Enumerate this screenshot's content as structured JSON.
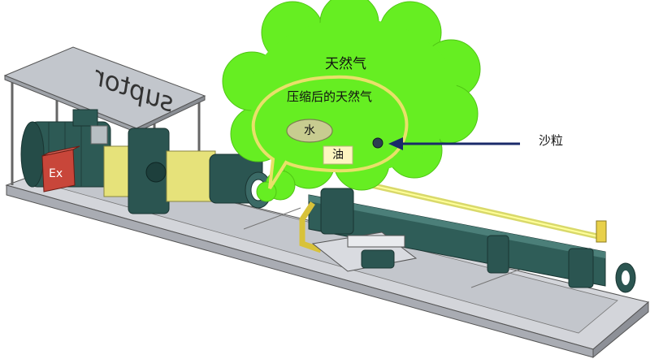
{
  "labels": {
    "gas_outer": "天然气",
    "gas_compressed": "压缩后的天然气",
    "water": "水",
    "oil": "油",
    "sand": "沙粒"
  },
  "canopy_text": "suptor",
  "ex_mark": "Ex",
  "colors": {
    "cloud": "#66ee22",
    "bubble_outline": "#e8e06a",
    "water_ellipse": "#c8cc90",
    "oil_box": "#fcf6c0",
    "machine": "#2e5a55",
    "coupling": "#e6e27a",
    "skid": "#c9cbd0",
    "arrow": "#1a2a6a"
  }
}
